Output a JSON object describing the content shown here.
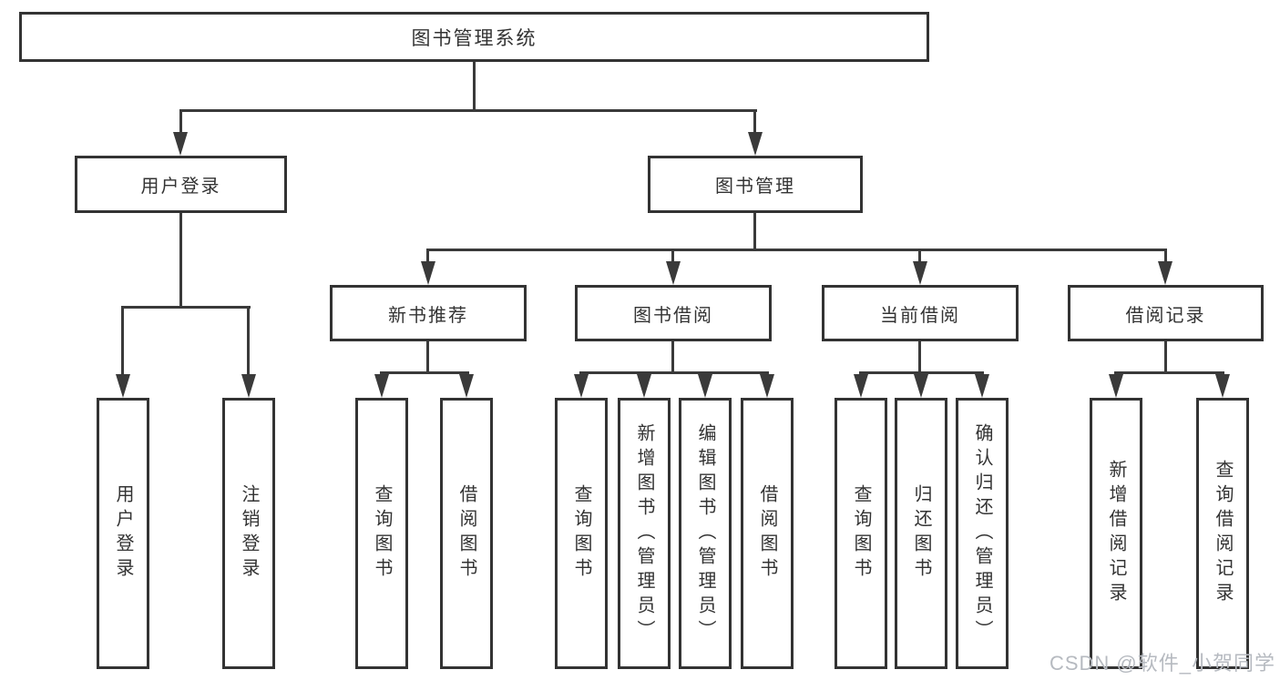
{
  "diagram": {
    "root": {
      "label": "图书管理系统"
    },
    "level2": {
      "user_login": {
        "label": "用户登录"
      },
      "book_mgmt": {
        "label": "图书管理"
      }
    },
    "level3": {
      "new_book_rec": {
        "label": "新书推荐"
      },
      "book_borrow": {
        "label": "图书借阅"
      },
      "current_borrow": {
        "label": "当前借阅"
      },
      "borrow_record": {
        "label": "借阅记录"
      }
    },
    "leaves": {
      "user_login_leaf": {
        "label": "用户登录"
      },
      "logout": {
        "label": "注销登录"
      },
      "query_book_1": {
        "label": "查询图书"
      },
      "borrow_book_1": {
        "label": "借阅图书"
      },
      "query_book_2": {
        "label": "查询图书"
      },
      "add_book_admin": {
        "label": "新增图书（管理员）"
      },
      "edit_book_admin": {
        "label": "编辑图书（管理员）"
      },
      "borrow_book_2": {
        "label": "借阅图书"
      },
      "query_book_3": {
        "label": "查询图书"
      },
      "return_book": {
        "label": "归还图书"
      },
      "confirm_return_admin": {
        "label": "确认归还（管理员）"
      },
      "add_borrow_record": {
        "label": "新增借阅记录"
      },
      "query_borrow_record": {
        "label": "查询借阅记录"
      }
    },
    "watermark": "CSDN @软件_小贺同学",
    "colors": {
      "line": "#3a3a3a",
      "text": "#333333",
      "box_border": "#333333",
      "watermark": "#b6bac0",
      "background": "#ffffff"
    }
  }
}
